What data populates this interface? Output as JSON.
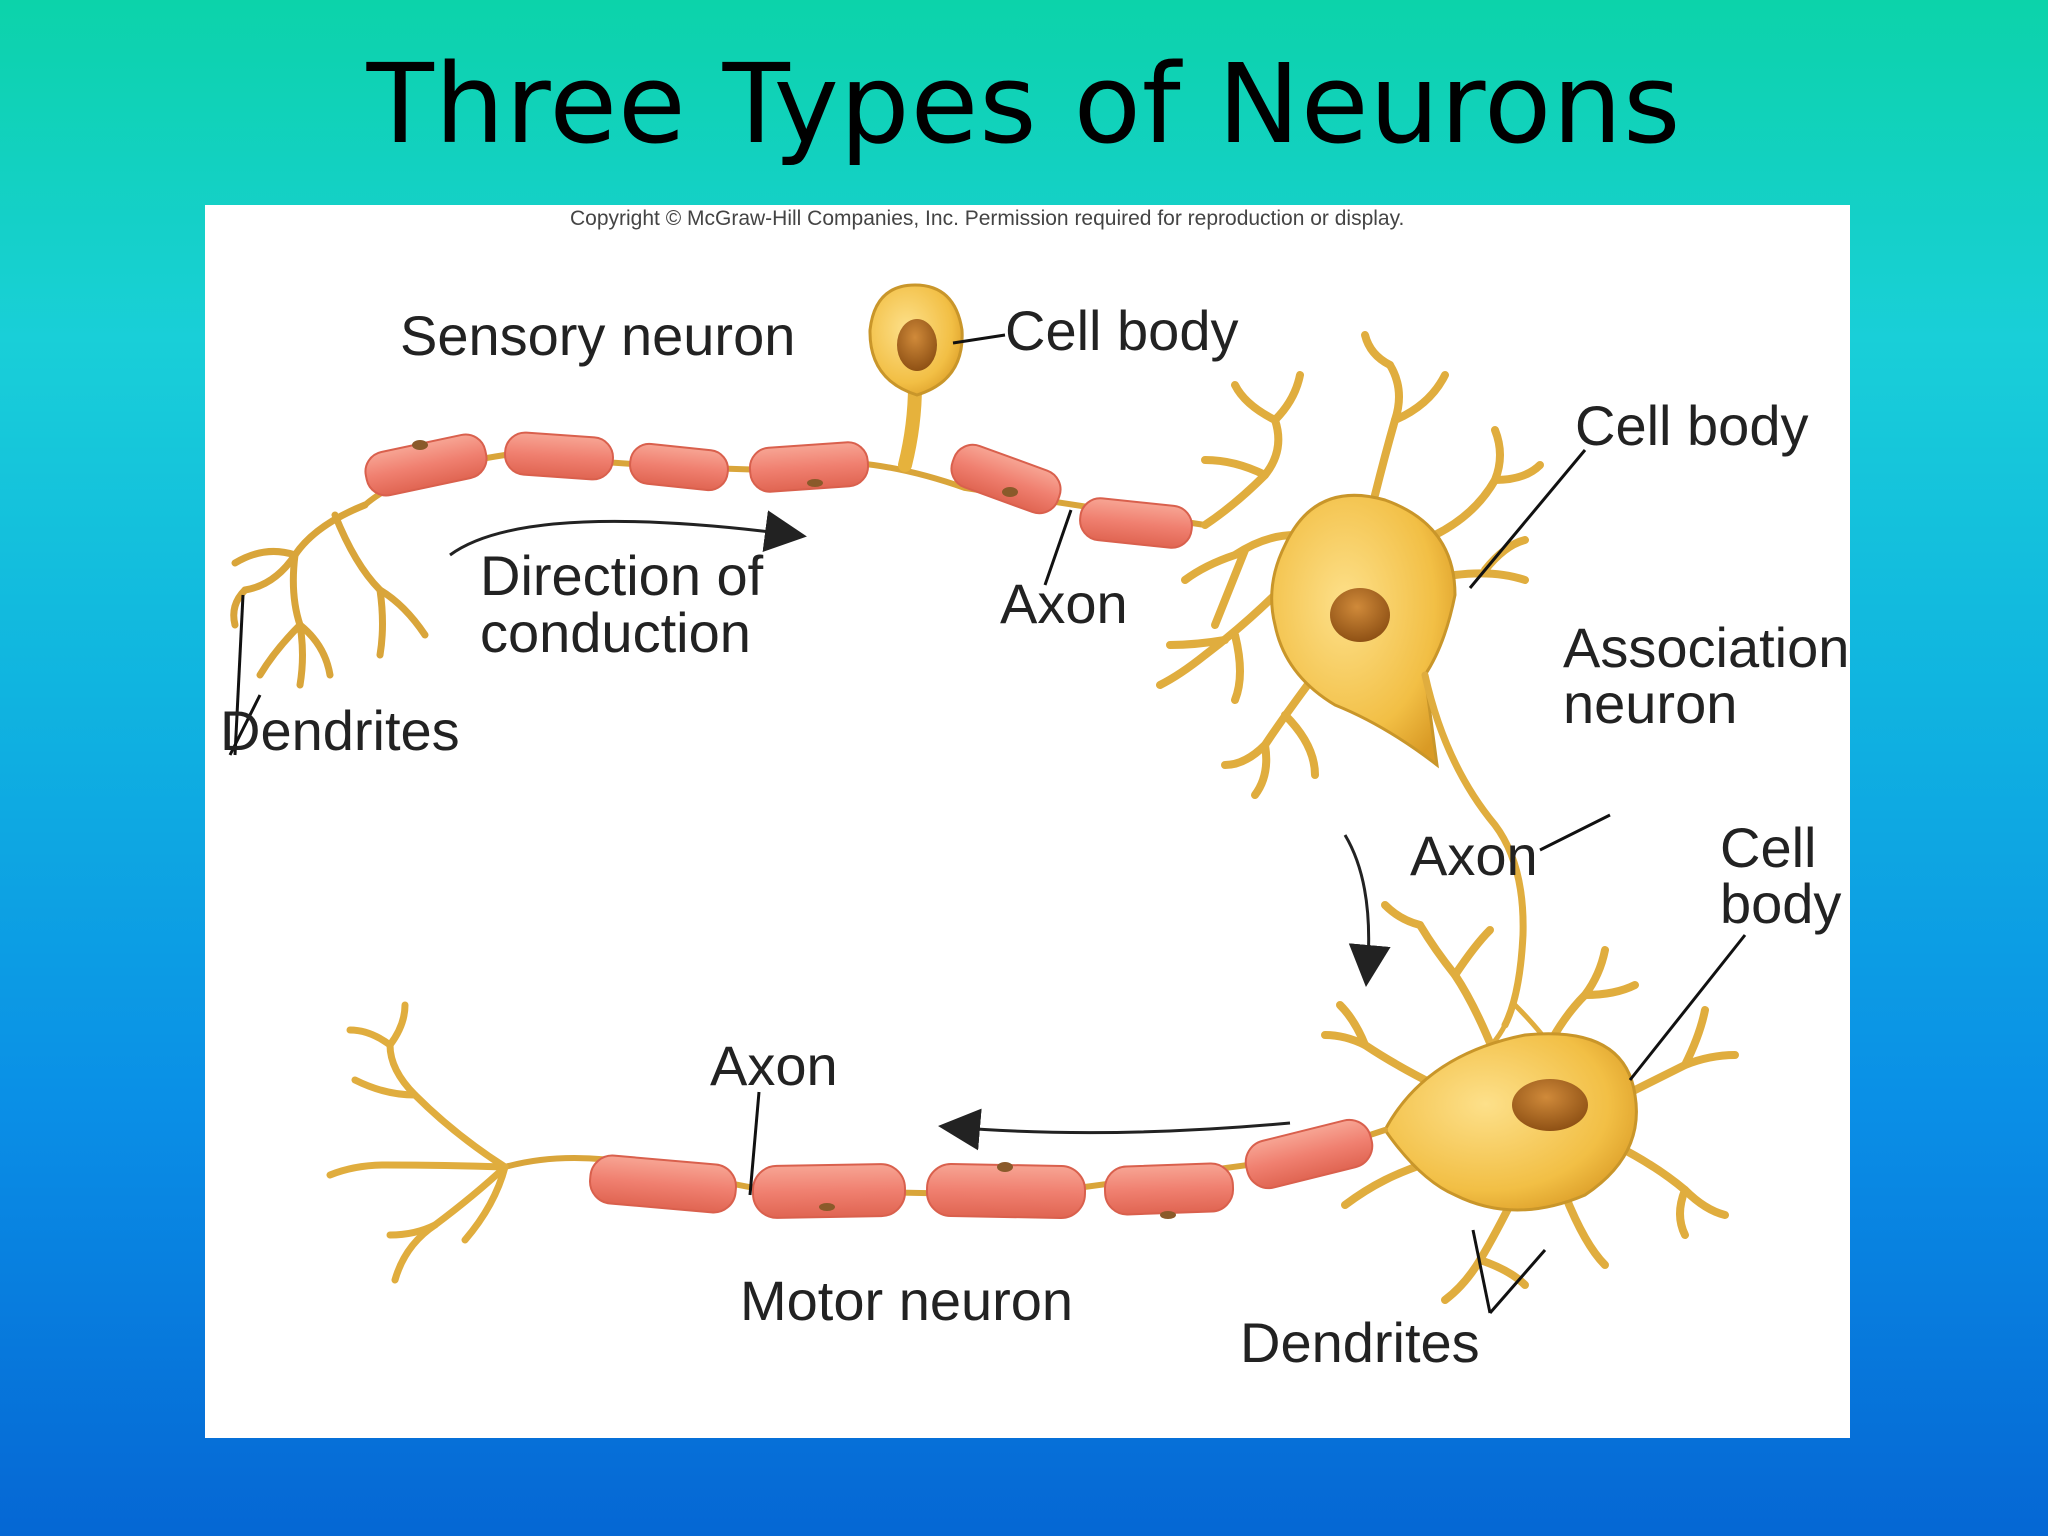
{
  "slide": {
    "title": "Three Types of Neurons"
  },
  "figure": {
    "copyright": "Copyright © McGraw-Hill Companies, Inc. Permission required for reproduction or display.",
    "labels": {
      "sensory_neuron": "Sensory neuron",
      "cell_body_1": "Cell body",
      "cell_body_2": "Cell body",
      "cell_body_3_line1": "Cell",
      "cell_body_3_line2": "body",
      "direction_line1": "Direction of",
      "direction_line2": "conduction",
      "axon_1": "Axon",
      "axon_2": "Axon",
      "axon_3": "Axon",
      "dendrites_1": "Dendrites",
      "dendrites_2": "Dendrites",
      "association_line1": "Association",
      "association_line2": "neuron",
      "motor_neuron": "Motor neuron"
    }
  },
  "colors": {
    "myelin": "#f08a78",
    "myelin_edge": "#d9604d",
    "neuron": "#f2c24a",
    "neuron_edge": "#c9962a",
    "nucleus": "#a8661e"
  }
}
